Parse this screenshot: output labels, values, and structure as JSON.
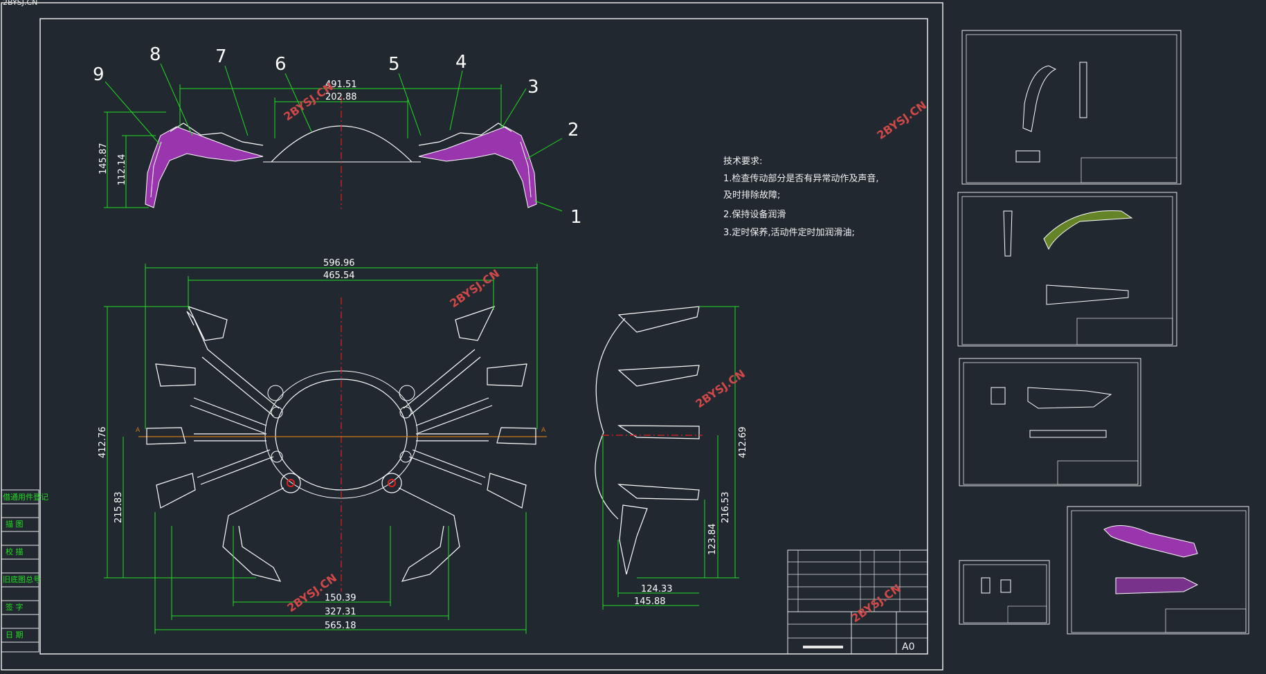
{
  "colors": {
    "background": "#212830",
    "frame": "#e8e8e8",
    "dimension": "#22dd22",
    "part": "#ffffff",
    "highlight": "#c23bd8",
    "center_line": "#e02020",
    "axis_line": "#d07818",
    "watermark": "#d04848",
    "note_text": "#f2f2f2",
    "side_label": "#22dd22"
  },
  "header_text": "2BYSJ.CN",
  "watermarks": [
    "2BYSJ.CN",
    "2BYSJ.CN",
    "2BYSJ.CN",
    "2BYSJ.CN",
    "2BYSJ.CN",
    "2BYSJ.CN"
  ],
  "balloons": [
    "9",
    "8",
    "7",
    "6",
    "5",
    "4",
    "3",
    "2",
    "1"
  ],
  "top_view_dims": {
    "width_outer": "491.51",
    "width_inner": "202.88",
    "height_outer": "145.87",
    "height_inner": "112.14"
  },
  "plan_view_dims": {
    "width_top_outer": "596.96",
    "width_top_inner": "465.54",
    "height_left_outer": "412.76",
    "height_left_inner": "215.83",
    "width_bottom_1": "150.39",
    "width_bottom_2": "327.31",
    "width_bottom_3": "565.18"
  },
  "side_view_dims": {
    "height_outer": "412.69",
    "height_mid": "216.53",
    "height_inner": "123.84",
    "width_inner": "124.33",
    "width_outer": "145.88"
  },
  "tech_requirements": {
    "title": "技术要求:",
    "items": [
      "1.检查传动部分是否有异常动作及声音,",
      "及时排除故障;",
      "2.保持设备润滑",
      "3.定时保养,活动件定时加润滑油;"
    ]
  },
  "side_table": [
    "借通用件登记",
    "描  图",
    "校  描",
    "旧底图总号",
    "签  字",
    "日  期"
  ],
  "title_block": {
    "sheet_size": "A0"
  },
  "section_labels": [
    "A",
    "A"
  ]
}
